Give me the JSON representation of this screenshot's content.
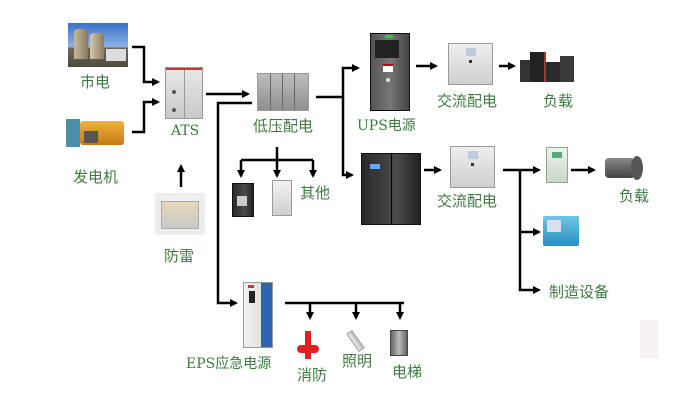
{
  "diagram": {
    "title": "",
    "colors": {
      "label": "#3d7a3f",
      "wire": "#000000"
    },
    "nodes": {
      "mains": {
        "label": "市电",
        "icon": "power-plant-icon"
      },
      "generator": {
        "label": "发电机",
        "icon": "generator-icon"
      },
      "ats": {
        "label": "ATS",
        "icon": "ats-cabinet-icon"
      },
      "surge": {
        "label": "防雷",
        "icon": "surge-protector-icon"
      },
      "lv_dist": {
        "label": "低压配电",
        "icon": "lv-switchgear-icon"
      },
      "ups_small": {
        "label": "UPS电源",
        "icon": "ups-tower-icon"
      },
      "ups_large": {
        "label": "",
        "icon": "ups-large-icon"
      },
      "ac_dist_1": {
        "label": "交流配电",
        "icon": "ac-distribution-cabinet-icon"
      },
      "ac_dist_2": {
        "label": "交流配电",
        "icon": "ac-distribution-cabinet-icon"
      },
      "load_1": {
        "label": "负载",
        "icon": "server-rack-icon"
      },
      "inverter": {
        "label": "",
        "icon": "inverter-icon"
      },
      "load_2": {
        "label": "负载",
        "icon": "motor-icon"
      },
      "cnc": {
        "label": "",
        "icon": "cnc-machine-icon"
      },
      "manufacturing": {
        "label": "制造设备"
      },
      "other": {
        "label": "其他"
      },
      "other_dev_1": {
        "icon": "ups-small-icon"
      },
      "other_dev_2": {
        "icon": "air-conditioner-icon"
      },
      "eps": {
        "label": "EPS应急电源",
        "icon": "eps-cabinet-icon"
      },
      "fire": {
        "label": "消防",
        "icon": "fire-pump-icon"
      },
      "lighting": {
        "label": "照明",
        "icon": "lamp-icon"
      },
      "elevator": {
        "label": "电梯",
        "icon": "elevator-icon"
      }
    },
    "edges": [
      [
        "mains",
        "ats"
      ],
      [
        "generator",
        "ats"
      ],
      [
        "surge",
        "ats"
      ],
      [
        "ats",
        "lv_dist"
      ],
      [
        "ats",
        "eps"
      ],
      [
        "lv_dist",
        "ups_small"
      ],
      [
        "lv_dist",
        "ups_large"
      ],
      [
        "lv_dist",
        "other"
      ],
      [
        "ups_small",
        "ac_dist_1"
      ],
      [
        "ac_dist_1",
        "load_1"
      ],
      [
        "ups_large",
        "ac_dist_2"
      ],
      [
        "ac_dist_2",
        "inverter"
      ],
      [
        "inverter",
        "load_2"
      ],
      [
        "ac_dist_2",
        "cnc"
      ],
      [
        "ac_dist_2",
        "manufacturing"
      ],
      [
        "eps",
        "fire"
      ],
      [
        "eps",
        "lighting"
      ],
      [
        "eps",
        "elevator"
      ]
    ]
  }
}
